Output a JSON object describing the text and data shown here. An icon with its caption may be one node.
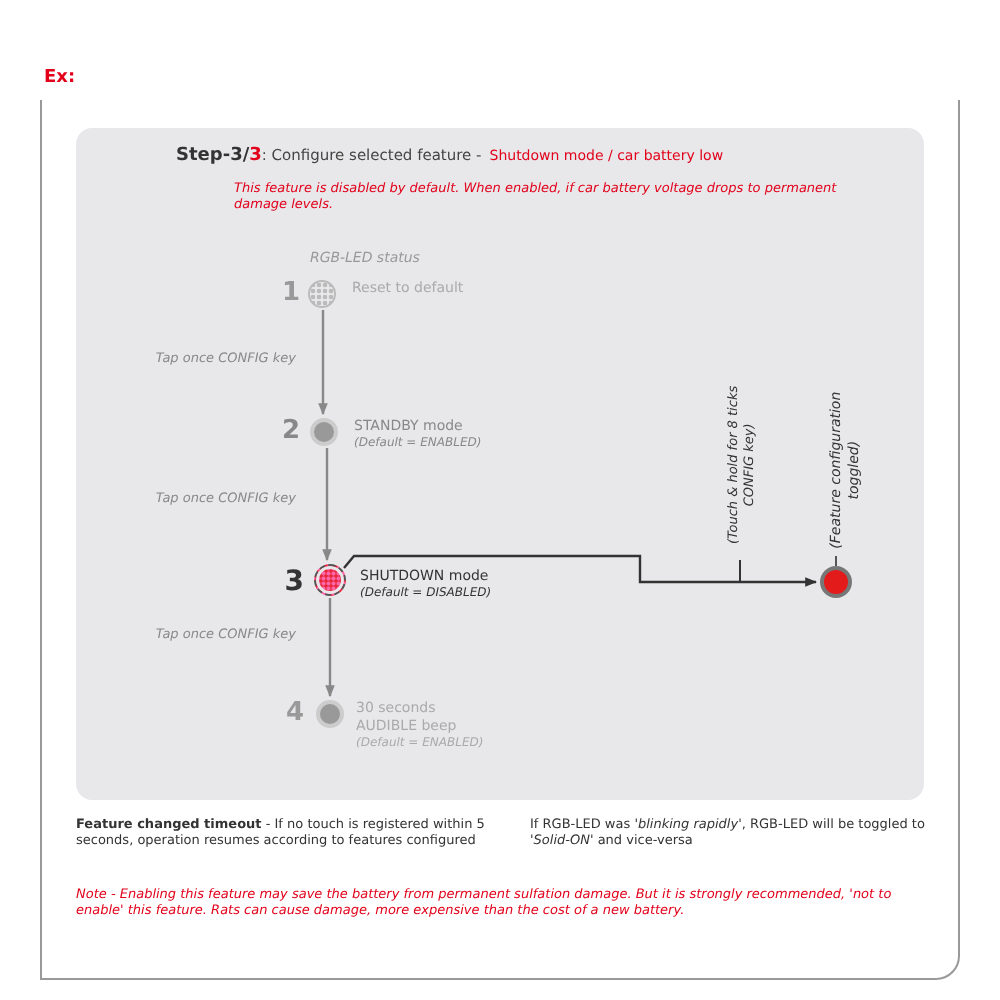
{
  "diagram": {
    "title": "Shutdown mode / car battery low",
    "nodes": [
      {
        "text": [],
        "shape": "circle",
        "beside": [
          "1",
          "Reset to default"
        ]
      },
      {
        "text": [],
        "shape": "circle",
        "beside": [
          "2",
          "STANDBY mode",
          "(Default = ENABLED)"
        ]
      },
      {
        "text": [],
        "shape": "circle",
        "beside": [
          "3",
          "SHUTDOWN mode",
          "(Default = DISABLED)"
        ]
      },
      {
        "text": [],
        "shape": "circle",
        "beside": [
          "4",
          "30 seconds AUDIBLE beep",
          "(Default = ENABLED)"
        ]
      },
      {
        "text": [],
        "shape": "circle",
        "beside": [
          "(Feature configuration toggled)"
        ]
      }
    ],
    "edges": [
      {
        "from": 0,
        "to": 1,
        "arrow": "to",
        "label": "Tap once CONFIG key"
      },
      {
        "from": 1,
        "to": 2,
        "arrow": "to",
        "label": "Tap once CONFIG key"
      },
      {
        "from": 2,
        "to": 3,
        "arrow": "to",
        "label": "Tap once CONFIG key"
      },
      {
        "from": 2,
        "to": 4,
        "arrow": "to",
        "label": "(Touch & hold for 8 ticks CONFIG key)",
        "color": "#333333"
      }
    ],
    "labels": [
      "Ex:",
      "Step-3/",
      "3",
      ": Configure selected feature -",
      "This feature is disabled by default. When enabled, if car battery voltage drops to permanent damage levels.",
      "RGB-LED status",
      "**Feature changed timeout** - If no touch is registered within 5 seconds, operation resumes according to features configured",
      "If RGB-LED was *'blinking rapidly'*, RGB-LED will be toggled to *'Solid-ON'* and vice-versa",
      "Note - Enabling this feature may save the battery from permanent sulfation damage. But it is strongly recommended, 'not to enable' this feature. Rats can cause damage, more expensive than the cost of a new battery."
    ]
  }
}
